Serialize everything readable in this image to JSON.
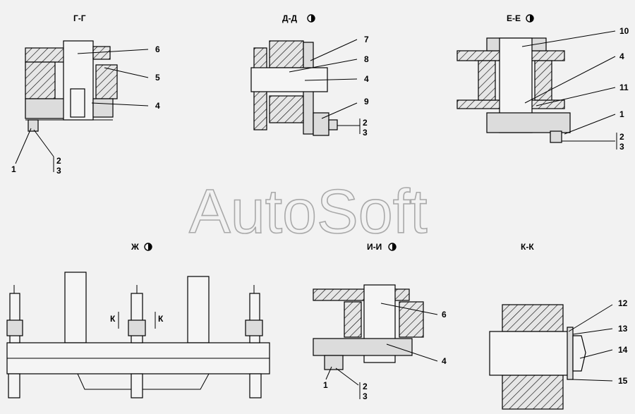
{
  "views": {
    "g": {
      "title": "Г-Г",
      "labels": [
        "6",
        "5",
        "4",
        "1"
      ],
      "ref": [
        "2",
        "3"
      ]
    },
    "d": {
      "title": "Д-Д",
      "labels": [
        "7",
        "8",
        "4",
        "9"
      ],
      "ref": [
        "2",
        "3"
      ]
    },
    "e": {
      "title": "Е-Е",
      "labels": [
        "10",
        "4",
        "11",
        "1"
      ],
      "ref": [
        "2",
        "3"
      ]
    },
    "zh": {
      "title": "Ж",
      "section_marks": [
        "К",
        "К"
      ]
    },
    "i": {
      "title": "И-И",
      "labels": [
        "6",
        "4",
        "1"
      ],
      "ref": [
        "2",
        "3"
      ]
    },
    "k": {
      "title": "К-К",
      "labels": [
        "12",
        "13",
        "14",
        "15"
      ]
    }
  },
  "watermark": "AutoSoft",
  "colors": {
    "background": "#f2f2f2",
    "line": "#000000",
    "watermark": "#a9a9a9"
  },
  "icons": {
    "rotation": "rotated-view-icon"
  }
}
